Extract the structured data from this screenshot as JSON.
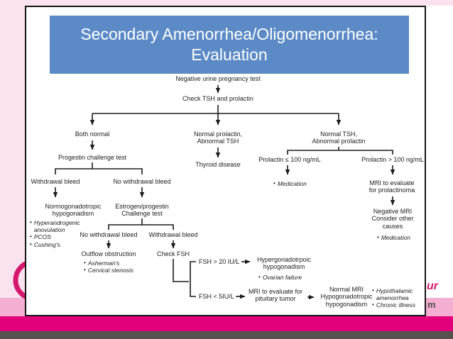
{
  "slide": {
    "title": "Secondary Amenorrhea/Oligomenorrhea: Evaluation"
  },
  "flowchart": {
    "pregnancy_test": "Negative urine pregnancy test",
    "check_tsh_prolactin": "Check TSH and prolactin",
    "both_normal": "Both normal",
    "normal_prolactin_abnormal_tsh": "Normal prolactin,\nAbnormal TSH",
    "normal_tsh_abnormal_prolactin": "Normal TSH,\nAbnormal prolactin",
    "progestin_challenge": "Progestin challenge test",
    "withdrawal_bleed_1": "Withdrawal bleed",
    "no_withdrawal_bleed_1": "No withdrawal bleed",
    "normogonadotropic": "Normogonadotropic\nhypogonadism",
    "normogonadotropic_bullets": [
      "Hyperandrogenic anovulation",
      "PCOS",
      "Cushing's"
    ],
    "estrogen_progestin": "Estrogen/progestin\nChallenge test",
    "no_withdrawal_bleed_2": "No withdrawal bleed",
    "withdrawal_bleed_2": "Withdrawal bleed",
    "outflow_obstruction": "Outflow obstruction",
    "outflow_bullets": [
      "Asherman's",
      "Cervical stenosis"
    ],
    "check_fsh": "Check FSH",
    "fsh_high": "FSH > 20 IU/L",
    "fsh_low": "FSH < 5IU/L",
    "hypergonadotropic": "Hypergonadotrpoic\nhypogonadism",
    "hypergonadotropic_bullets": [
      "Ovarian failure"
    ],
    "mri_pituitary": "MRI to evaluate for\npituitary tumor",
    "normal_mri": "Normal MRI\nHypogonadotropic\nhypogonadism",
    "normal_mri_bullets": [
      "Hypothalamic amenorrhea",
      "Chronic illness"
    ],
    "thyroid_disease": "Thyroid disease",
    "prolactin_low": "Prolactin ≤ 100 ng/mL",
    "prolactin_low_bullets": [
      "Medication"
    ],
    "prolactin_high": "Prolactin > 100 ng/mL",
    "mri_prolactinoma": "MRI to evaluate\nfor prolactinoma",
    "negative_mri": "Negative MRI\nConsider other\ncauses",
    "negative_mri_bullets": [
      "Medication"
    ]
  },
  "frame": {
    "watermark_fragment_right": "ur",
    "watermark_fragment_bottom": "m",
    "colors": {
      "light_pink": "#fbe2ef",
      "band_pink": "#f3aed1",
      "magenta": "#e2017b",
      "footer_gray": "#57524e",
      "title_blue": "#5b8ac6",
      "arc_magenta": "#d5186f",
      "line_color": "#1b1b1b"
    }
  }
}
